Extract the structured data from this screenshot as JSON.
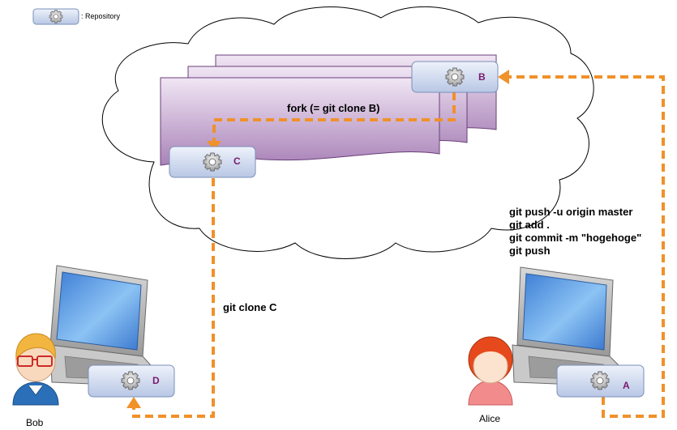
{
  "legend": {
    "label": ": Repository"
  },
  "repos": {
    "a": {
      "label": "A"
    },
    "b": {
      "label": "B"
    },
    "c": {
      "label": "C"
    },
    "d": {
      "label": "D"
    }
  },
  "labels": {
    "fork": "fork (= git clone B)",
    "git_clone_c": "git clone C",
    "alice_commands": [
      "git push -u origin master",
      "git add .",
      "git commit -m \"hogehoge\"",
      "git push"
    ]
  },
  "people": {
    "bob": {
      "name": "Bob"
    },
    "alice": {
      "name": "Alice"
    }
  },
  "colors": {
    "arrow": "#f0912a",
    "repo_label": "#7a1a6e",
    "repo_fill_top": "#e6ecf8",
    "repo_fill_bottom": "#b9c8e6",
    "folder_fill": "#cdb2d6",
    "screen": "#5aa0e8"
  },
  "icons": [
    "gear-icon",
    "laptop-icon",
    "cloud-icon",
    "person-icon"
  ]
}
